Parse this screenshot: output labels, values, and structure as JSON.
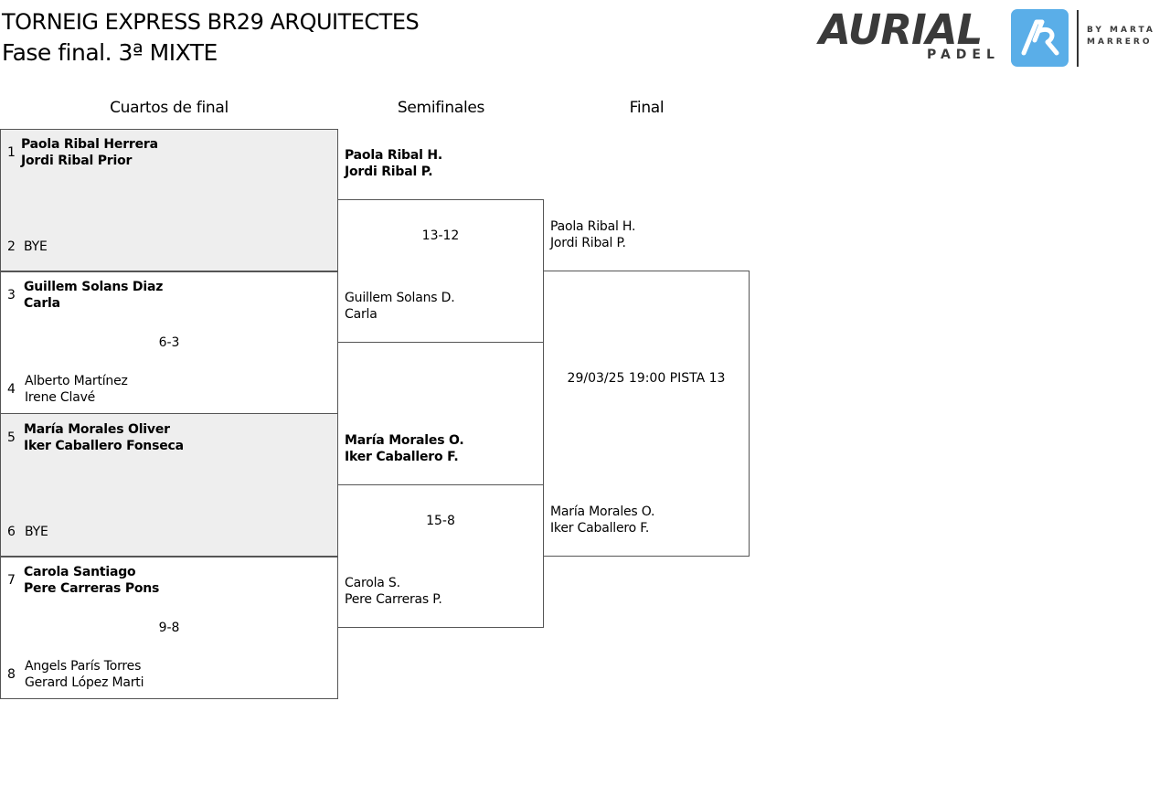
{
  "header": {
    "title": "TORNEIG EXPRESS BR29 ARQUITECTES",
    "subtitle": "Fase final. 3ª MIXTE"
  },
  "logo": {
    "word": "AURIAL",
    "sub": "PADEL",
    "by": "BY MARTA\nMARRERO",
    "color": "#5aaee8"
  },
  "rounds": [
    "Cuartos de final",
    "Semifinales",
    "Final"
  ],
  "quarters": [
    {
      "seed_a": "1",
      "team_a": [
        "Paola Ribal Herrera",
        "Jordi Ribal Prior"
      ],
      "seed_b": "2",
      "team_b": [
        "BYE"
      ],
      "score": ""
    },
    {
      "seed_a": "3",
      "team_a": [
        "Guillem Solans Diaz",
        "Carla"
      ],
      "seed_b": "4",
      "team_b": [
        "Alberto Martínez",
        "Irene Clavé"
      ],
      "score": "6-3"
    },
    {
      "seed_a": "5",
      "team_a": [
        "María Morales Oliver",
        "Iker Caballero Fonseca"
      ],
      "seed_b": "6",
      "team_b": [
        "BYE"
      ],
      "score": ""
    },
    {
      "seed_a": "7",
      "team_a": [
        "Carola Santiago",
        "Pere Carreras Pons"
      ],
      "seed_b": "8",
      "team_b": [
        "Angels París Torres",
        "Gerard López Marti"
      ],
      "score": "9-8"
    }
  ],
  "semis": [
    {
      "team_a": [
        "Paola Ribal H.",
        "Jordi Ribal P."
      ],
      "team_b": [
        "Guillem Solans D.",
        "Carla"
      ],
      "score": "13-12"
    },
    {
      "team_a": [
        "María Morales O.",
        "Iker Caballero F."
      ],
      "team_b": [
        "Carola S.",
        "Pere Carreras P."
      ],
      "score": "15-8"
    }
  ],
  "final": {
    "team_a": [
      "Paola Ribal H.",
      "Jordi Ribal P."
    ],
    "team_b": [
      "María Morales O.",
      "Iker Caballero F."
    ],
    "info": "29/03/25 19:00 PISTA 13"
  }
}
